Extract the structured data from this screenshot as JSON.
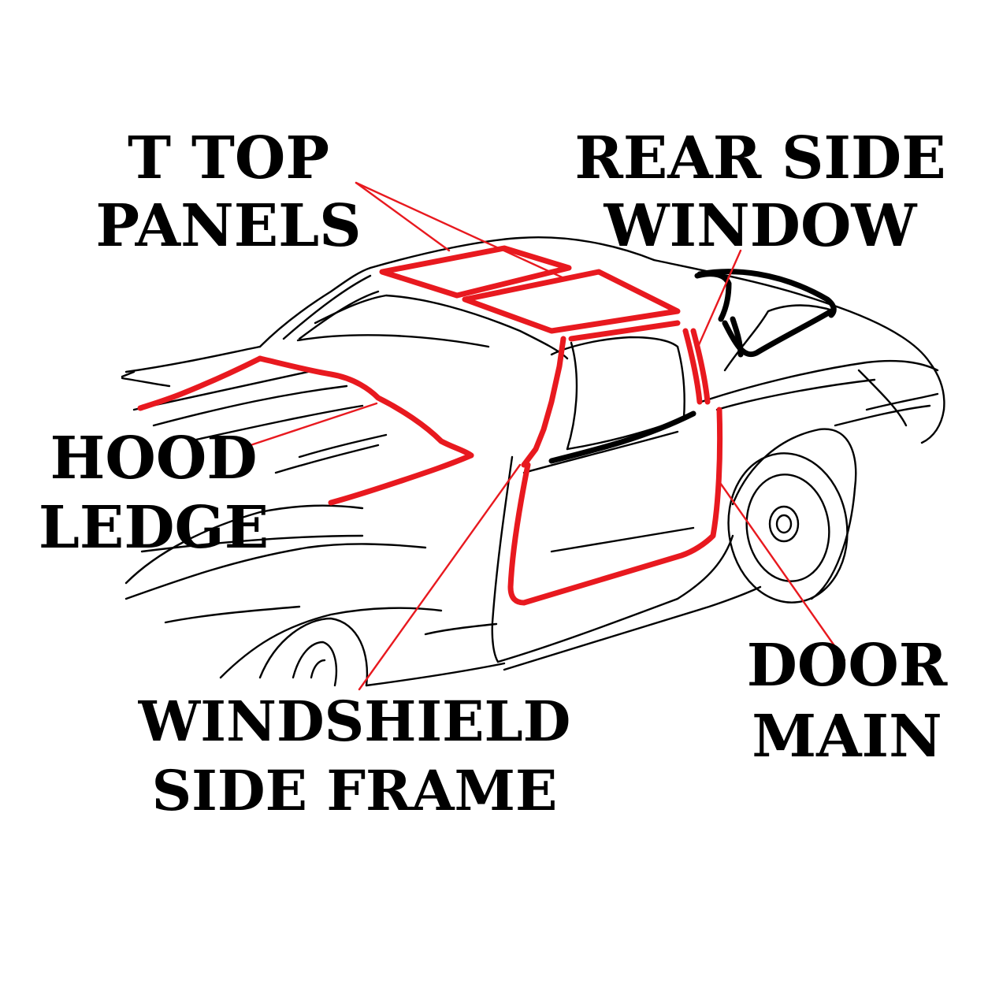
{
  "labels": {
    "t_top": [
      "T TOP",
      "PANELS"
    ],
    "rear_side_window": [
      "REAR SIDE",
      "WINDOW"
    ],
    "hood_ledge": [
      "HOOD",
      "LEDGE"
    ],
    "windshield_side_frame": [
      "WINDSHIELD",
      "SIDE FRAME"
    ],
    "door_main": [
      "DOOR",
      "MAIN"
    ]
  },
  "colors": {
    "outline": "#000000",
    "seal": "#e8191f",
    "background": "#ffffff"
  }
}
